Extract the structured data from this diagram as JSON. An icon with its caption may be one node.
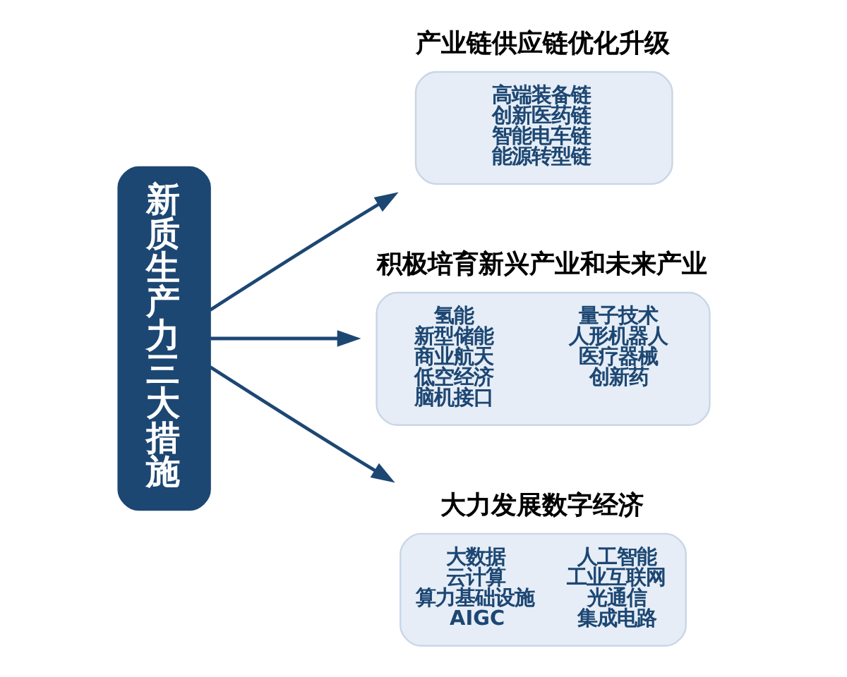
{
  "diagram": {
    "nodes": [
      {
        "text": [
          "新质生产力三大措施"
        ]
      },
      {
        "text": [
          "产业链供应链优化升级",
          "高端装备链",
          "创新医药链",
          "智能电车链",
          "能源转型链"
        ]
      },
      {
        "text": [
          "积极培育新兴产业和未来产业",
          "氢能",
          "新型储能",
          "商业航天",
          "低空经济",
          "脑机接口",
          "量子技术",
          "人形机器人",
          "医疗器械",
          "创新药"
        ]
      },
      {
        "text": [
          "大力发展数字经济",
          "大数据",
          "云计算",
          "算力基础设施",
          "AIGC",
          "人工智能",
          "工业互联网",
          "光通信",
          "集成电路"
        ]
      }
    ],
    "edges": [
      {
        "from": 0,
        "to": 1,
        "arrow": "to"
      },
      {
        "from": 0,
        "to": 2,
        "arrow": "to"
      },
      {
        "from": 0,
        "to": 3,
        "arrow": "to"
      }
    ]
  }
}
